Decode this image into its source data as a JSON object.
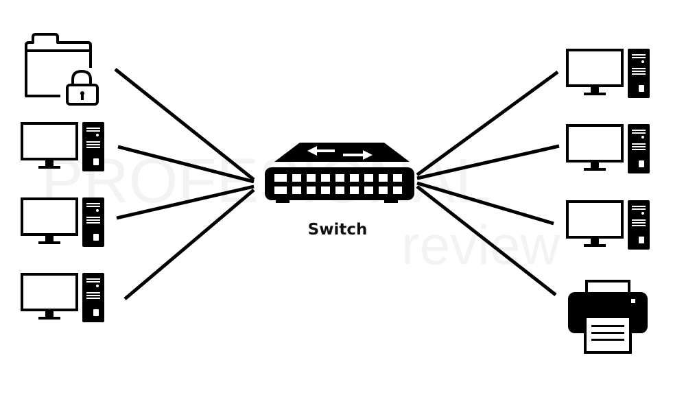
{
  "diagram": {
    "center_node": {
      "label": "Switch",
      "icon": "network-switch-icon"
    },
    "left_nodes": [
      {
        "icon": "locked-folder-icon"
      },
      {
        "icon": "desktop-computer-icon"
      },
      {
        "icon": "desktop-computer-icon"
      },
      {
        "icon": "desktop-computer-icon"
      }
    ],
    "right_nodes": [
      {
        "icon": "desktop-computer-icon"
      },
      {
        "icon": "desktop-computer-icon"
      },
      {
        "icon": "desktop-computer-icon"
      },
      {
        "icon": "printer-icon"
      }
    ],
    "watermark": {
      "line1": "PROFESIONAL",
      "line2": "review"
    },
    "colors": {
      "stroke": "#000000",
      "background": "#ffffff"
    }
  }
}
